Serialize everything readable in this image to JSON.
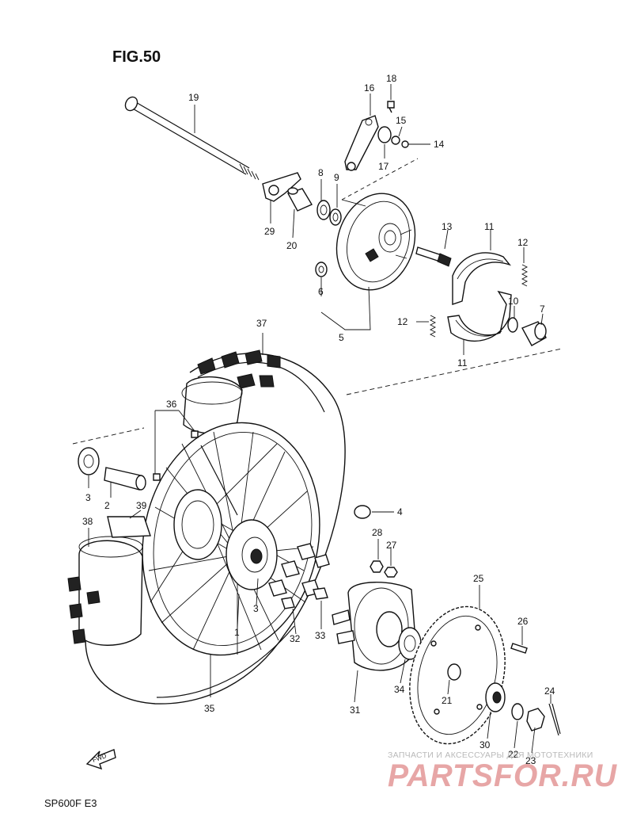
{
  "figure": {
    "title": "FIG.50",
    "model": "SP600F  E3",
    "fwd_label": "FWD"
  },
  "watermark": {
    "line1": "ЗАПЧАСТИ И АКСЕССУАРЫ ДЛЯ МОТОТЕХНИКИ",
    "line2": "PARTSFOR.RU"
  },
  "callouts": {
    "p1": "1",
    "p2": "2",
    "p3a": "3",
    "p3b": "3",
    "p4": "4",
    "p5": "5",
    "p6": "6",
    "p7": "7",
    "p8": "8",
    "p9": "9",
    "p10": "10",
    "p11a": "11",
    "p11b": "11",
    "p12a": "12",
    "p12b": "12",
    "p13": "13",
    "p14": "14",
    "p15": "15",
    "p16": "16",
    "p17": "17",
    "p18": "18",
    "p19": "19",
    "p20": "20",
    "p21": "21",
    "p22": "22",
    "p23": "23",
    "p24": "24",
    "p25": "25",
    "p26": "26",
    "p27": "27",
    "p28": "28",
    "p29": "29",
    "p30": "30",
    "p31": "31",
    "p32": "32",
    "p33": "33",
    "p34": "34",
    "p35": "35",
    "p36": "36",
    "p37": "37",
    "p38": "38",
    "p39": "39"
  }
}
